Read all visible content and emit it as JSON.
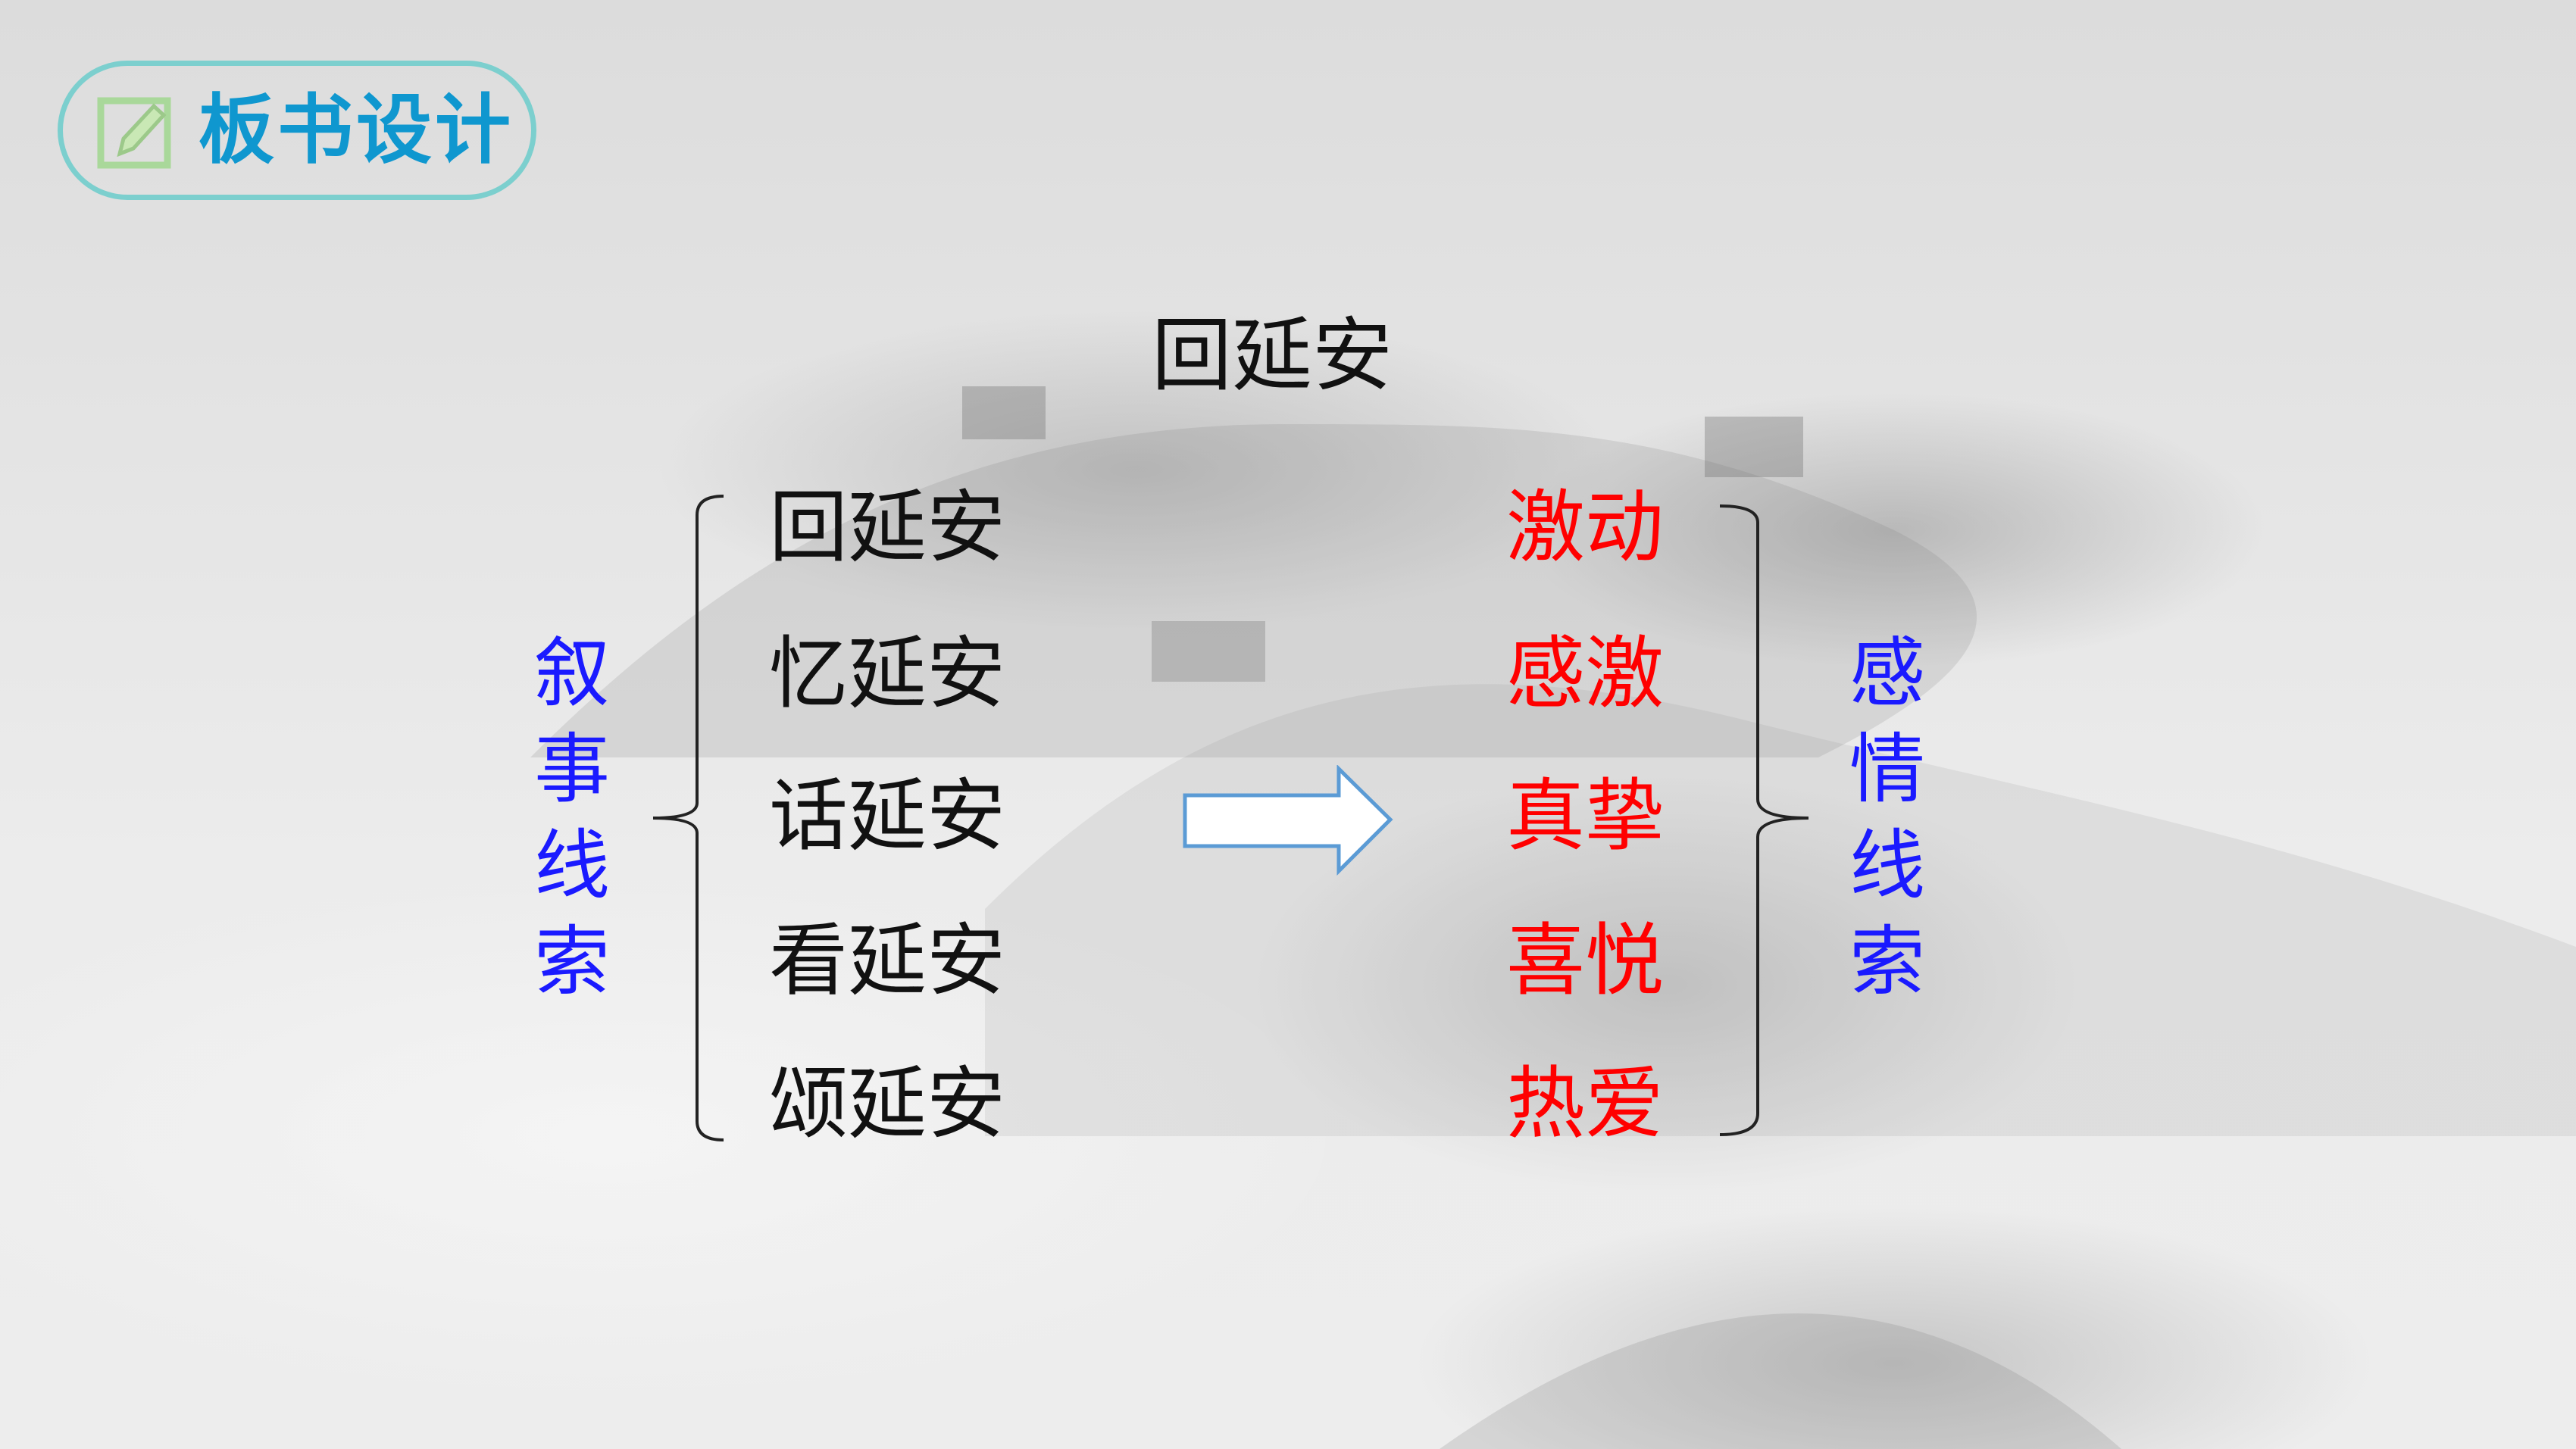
{
  "badge": {
    "label": "板书设计",
    "icon": "pencil-note-icon",
    "color": "#0f97cf",
    "border_color": "#7ccfce"
  },
  "title": "回延安",
  "left_label": [
    "叙",
    "事",
    "线",
    "索"
  ],
  "right_label": [
    "感",
    "情",
    "线",
    "索"
  ],
  "events": [
    "回延安",
    "忆延安",
    "话延安",
    "看延安",
    "颂延安"
  ],
  "emotions": [
    "激动",
    "感激",
    "真挚",
    "喜悦",
    "热爱"
  ],
  "colors": {
    "events": "#111111",
    "emotions": "#ff0000",
    "labels": "#1a1aff",
    "arrow_stroke": "#5b9bd5"
  }
}
